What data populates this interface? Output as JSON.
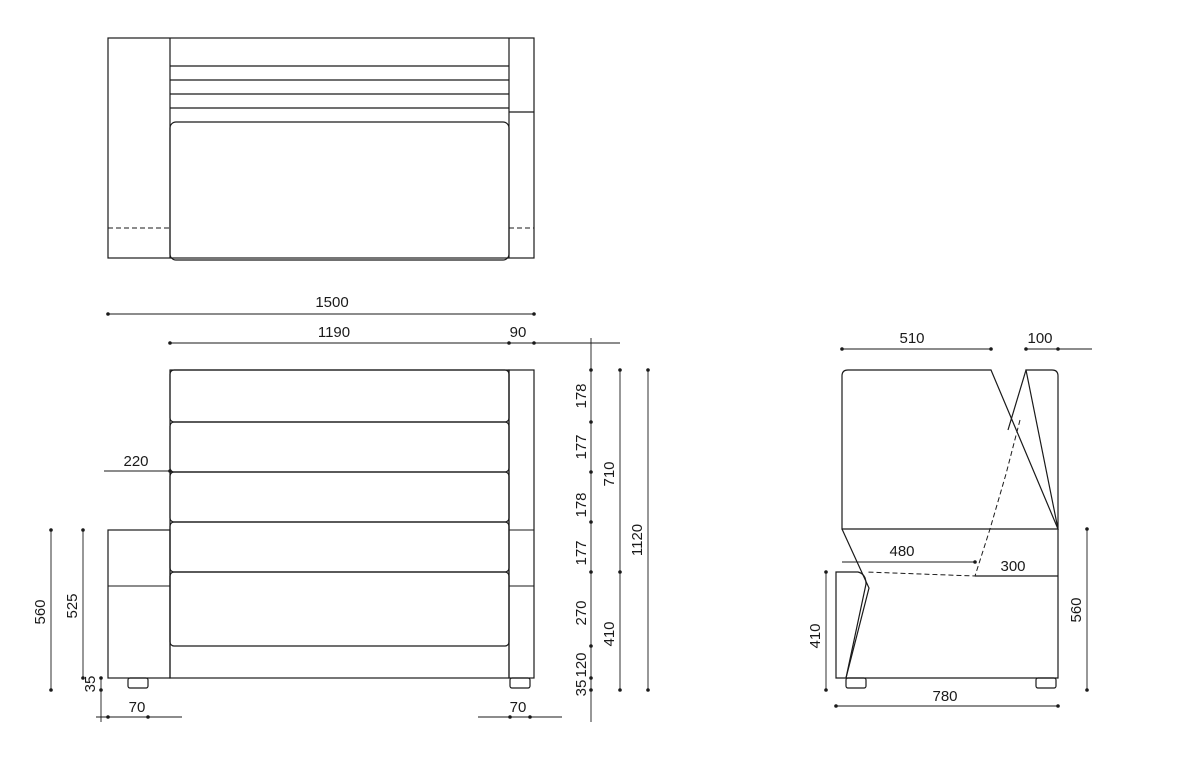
{
  "drawing": {
    "front_view": {
      "overall_width": "1500",
      "seat_width": "1190",
      "arm_right": "90",
      "arm_left": "220",
      "arm_height": "560",
      "seat_side_height": "525",
      "foot_height_left": "35",
      "foot_inset_left": "70",
      "foot_inset_right": "70",
      "back_cushion_1": "178",
      "back_cushion_2": "177",
      "back_cushion_3": "178",
      "back_cushion_4": "177",
      "seat_cushion": "270",
      "base": "120",
      "foot_height_right": "35",
      "back_height": "710",
      "seat_height": "410",
      "total_height": "1120"
    },
    "side_view": {
      "seat_depth_top": "510",
      "back_thickness": "100",
      "seat_depth": "480",
      "back_depth": "300",
      "seat_height": "410",
      "arm_height": "560",
      "overall_depth": "780"
    }
  }
}
